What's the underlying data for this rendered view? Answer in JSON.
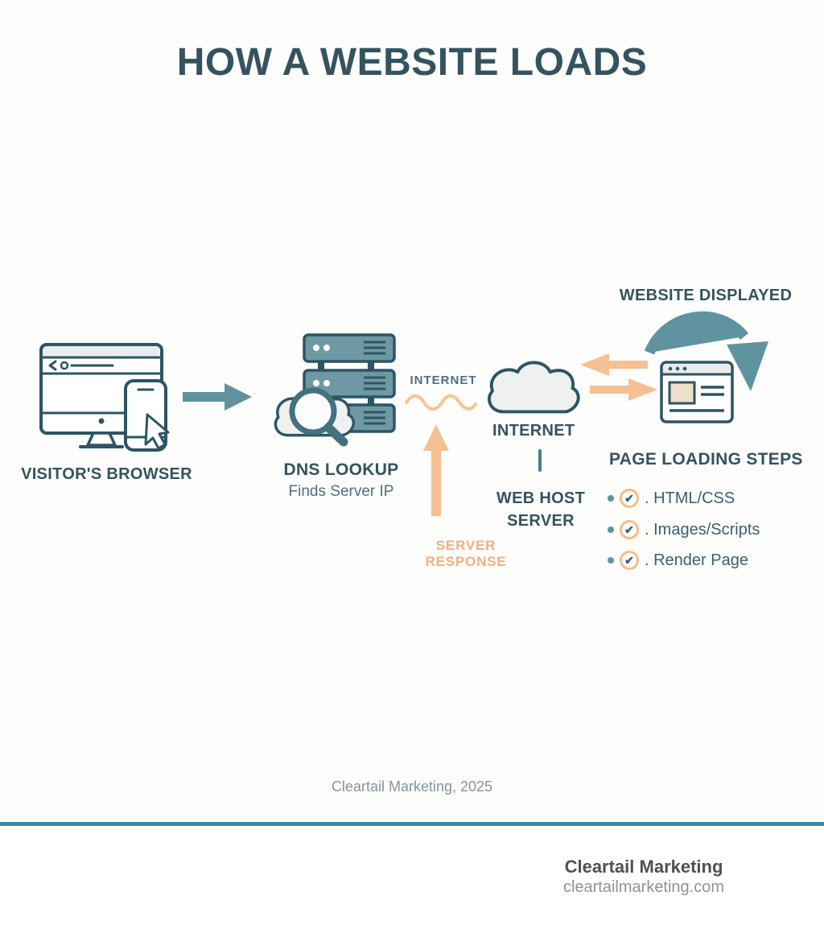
{
  "title": "HOW A WEBSITE LOADS",
  "diagram": {
    "visitor": {
      "label": "VISITOR'S BROWSER"
    },
    "dns": {
      "label": "DNS LOOKUP",
      "sublabel": "Finds Server IP"
    },
    "internet_link_label": "INTERNET",
    "server_response_label": "SERVER RESPONSE",
    "internet_cloud": {
      "label": "INTERNET"
    },
    "web_host": {
      "label": "WEB HOST SERVER"
    },
    "website_displayed_label": "WEBSITE DISPLAYED"
  },
  "steps": {
    "title": "PAGE LOADING STEPS",
    "check_glyph": "✔",
    "items": [
      {
        "label": ". HTML/CSS"
      },
      {
        "label": ". Images/Scripts"
      },
      {
        "label": ". Render Page"
      }
    ]
  },
  "attribution": "Cleartail Marketing, 2025",
  "footer": {
    "brand": "Cleartail Marketing",
    "url": "cleartailmarketing.com"
  },
  "colors": {
    "bg": "#fdfdfb",
    "ink": "#2d5563",
    "heading": "#34535f",
    "text": "#3b606f",
    "muted": "#4e7080",
    "teal-fill": "#6e98a4",
    "cloud": "#eff1f1",
    "panel": "#e9ebec",
    "beige": "#eedfc8",
    "arrow-teal": "#6093a0",
    "orange": "#f5c092",
    "orange-text": "#f2ae80",
    "wave": "#f6c596",
    "bullet": "#5d93a2",
    "check-ring": "#f6bc86",
    "check": "#2e6170",
    "mag": "#44717f",
    "rule": "#3e86ad",
    "footer-ink": "#4d5054",
    "footer-muted": "#8f9296",
    "attr": "#8593a0"
  }
}
